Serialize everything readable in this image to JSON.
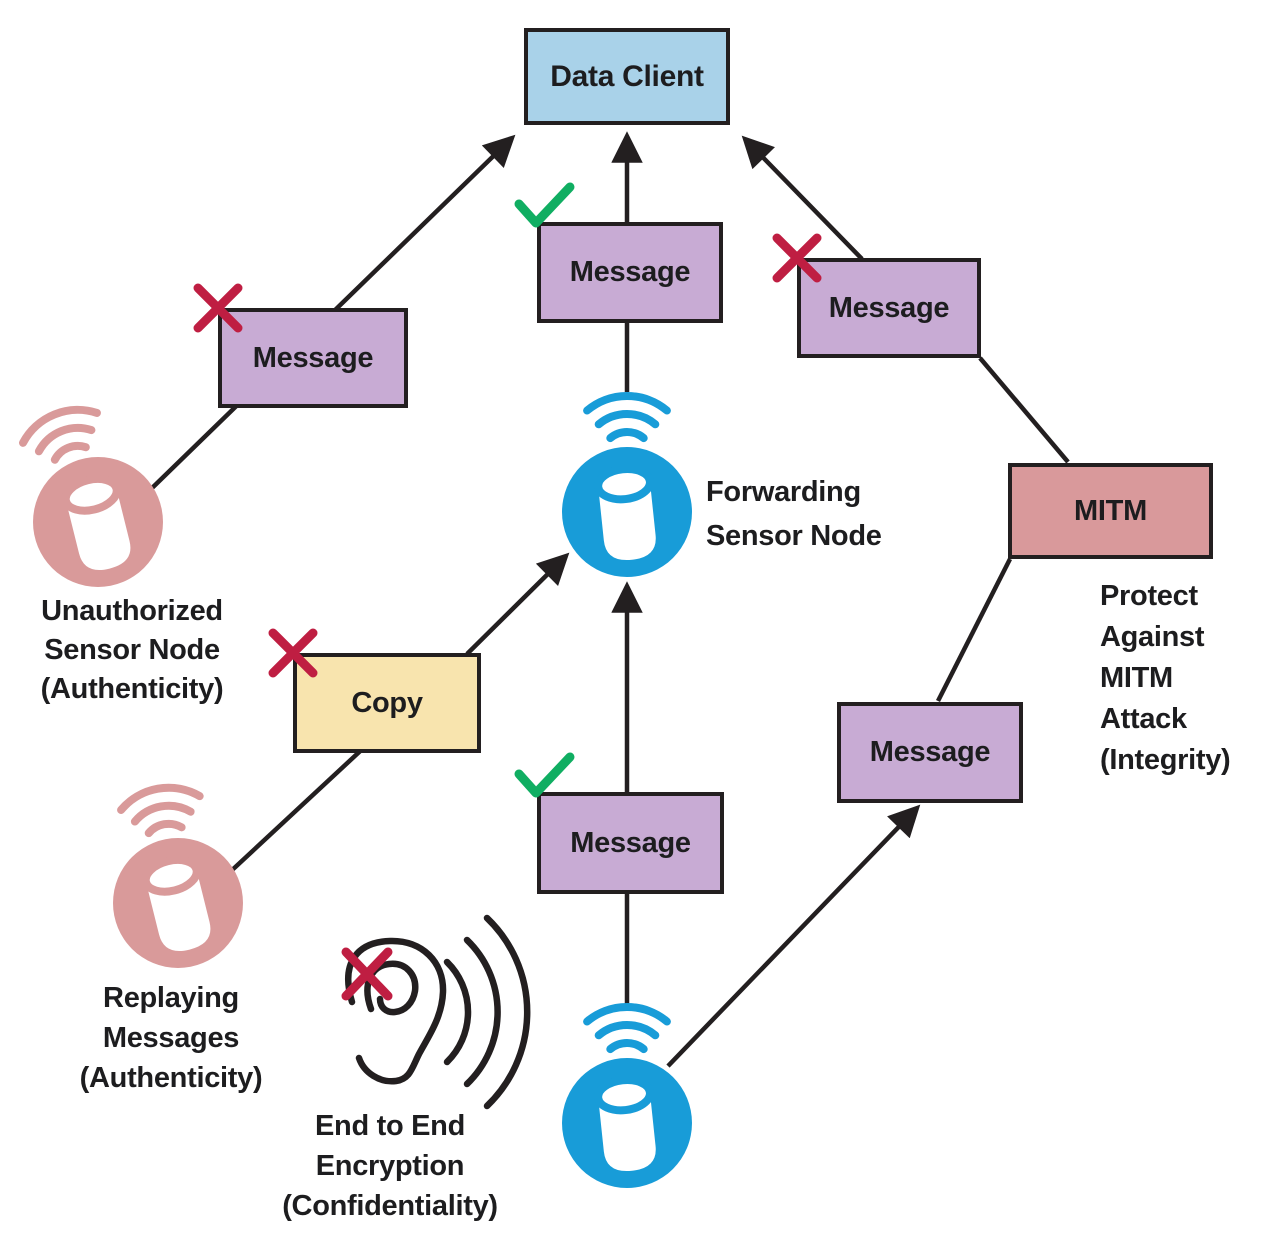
{
  "boxes": {
    "data_client": {
      "label": "Data Client",
      "mark": "none"
    },
    "unauthorized_message": {
      "label": "Message",
      "mark": "rejected-x"
    },
    "forwarded_message_top": {
      "label": "Message",
      "mark": "verified-check"
    },
    "tampered_message": {
      "label": "Message",
      "mark": "rejected-x"
    },
    "copy": {
      "label": "Copy",
      "mark": "rejected-x"
    },
    "forwarded_message_bottom": {
      "label": "Message",
      "mark": "verified-check"
    },
    "original_message": {
      "label": "Message",
      "mark": "none"
    },
    "mitm": {
      "label": "MITM",
      "mark": "none"
    }
  },
  "captions": {
    "unauthorized_sensor": "Unauthorized\nSensor Node\n(Authenticity)",
    "replaying_messages": "Replaying\nMessages\n(Authenticity)",
    "end_to_end": "End to End\nEncryption\n(Confidentiality)",
    "forwarding_sensor": "Forwarding\nSensor Node",
    "protect_mitm": "Protect\nAgainst\nMITM\nAttack\n(Integrity)"
  },
  "colors": {
    "data_client_fill": "#a9d2e9",
    "message_fill": "#c8abd4",
    "copy_fill": "#f8e4ae",
    "mitm_fill": "#d9999b",
    "node_pink": "#d99a9a",
    "node_blue": "#189cd8",
    "check_green": "#10ae62",
    "cross_red": "#bf1e42",
    "line_black": "#231f20"
  },
  "icons": {
    "sensor_node": "cylinder-inside-circle",
    "wifi_signal": "three-arc-radio-waves",
    "eavesdropping_ear": "ear-outline-with-sound-waves",
    "check": "green-checkmark",
    "cross": "red-x"
  }
}
